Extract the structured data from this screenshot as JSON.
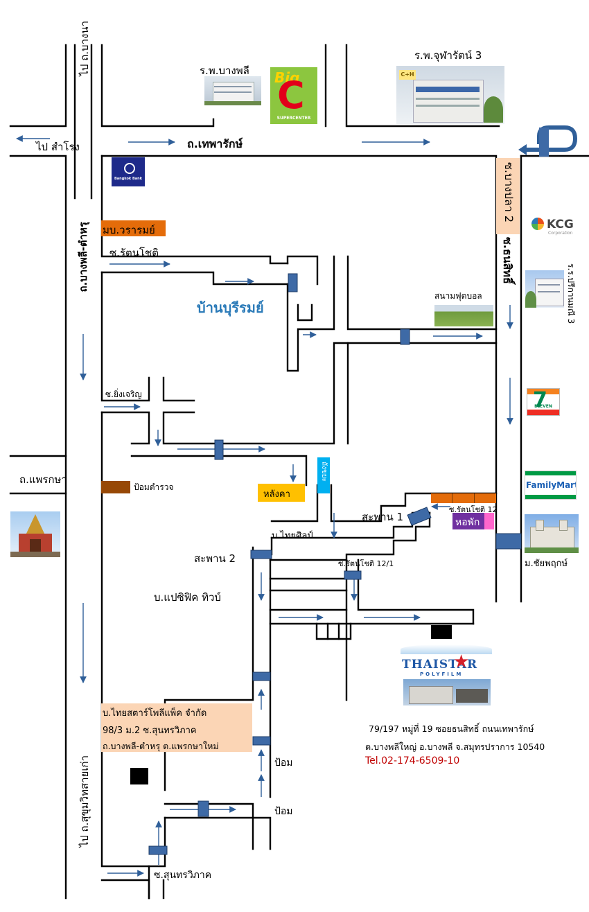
{
  "labels": {
    "go_bangna": "ไป ถ.บางนา",
    "go_samrong": "ไป สำโรง",
    "thepharak": "ถ.เทพารักษ์",
    "hosp_bangphli": "ร.พ.บางพลี",
    "hosp_chularat": "ร.พ.จุฬารัตน์   3",
    "soi_bangplao": "ซ.บางปลา 2",
    "soi_thanasit": "ซ.ธนสิทธิ์",
    "rr_prakanmanee": "ร.ร.ปรีกานมณี 3",
    "kcg": "KCG",
    "kcg_sub": "Corporation",
    "soi_rattanachot": "ซ.รัตนโชติ",
    "moo_wararom": "มบ.วรารมย์",
    "baan_burirom": "บ้านบุรีรมย์",
    "football": "สนามฟุตบอล",
    "road_bangphli_damru": "ถ.บางพลี-ตำหรุ",
    "soi_yingcharoen": "ซ.ยิ่งเจริญ",
    "road_phraeksa": "ถ.แพรกษา",
    "police_booth": "ป้อมตำรวจ",
    "langka": "หลังคา",
    "bin": "ถังขยะ",
    "bridge1": "สะพาน 1",
    "soi_rattanachot12": "ซ.รัตนโชติ 12",
    "dorm": "หอพัก",
    "thaisilp": "บ.ไทยศิลป์",
    "bridge2": "สะพาน 2",
    "soi_rattanachot12_1": "ซ.รัตนโชติ 12/1",
    "pacific_twin": "บ.แปซิฟิค ทิวบ์",
    "chaiyaphruek": "ม.ชัยพฤกษ์",
    "company_line1": "บ.ไทยสตาร์โพลีแพ็ค   จำกัด",
    "company_line2": "98/3 ม.2 ซ.สุนทรวิภาค",
    "company_line3": "ถ.บางพลี-ตำหรุ  ต.แพรกษาใหม่",
    "addr_line1": "79/197 หมู่ที่ 19 ซอยธนสิทธิ์ ถนนเทพารักษ์",
    "addr_line2": "ต.บางพลีใหญ่  อ.บางพลี  จ.สมุทรปราการ  10540",
    "tel": "Tel.02-174-6509-10",
    "pom1": "ป้อม",
    "pom2": "ป้อม",
    "go_sukhumvit": "ไป ถ.สุขุมวิทสายเก่า",
    "soi_suntornwiphak": "ซ.สุนทรวิภาค"
  },
  "logos": {
    "bigc_big": "Big",
    "bigc_c": "C",
    "bigc_super": "SUPERCENTER",
    "bangkok_bank": "Bangkok Bank",
    "seven": "7",
    "seven_word": "ELEVEN",
    "family_mart": "FamilyMart",
    "ch": "C+H",
    "thaistar": "THAISTAR",
    "polyfilm": "POLYFILM"
  },
  "colors": {
    "road": "#000000",
    "arrow": "#2f5f99",
    "bridge": "#3e6aa6",
    "orange_label": "#e46c0a",
    "peach_box": "#fbd5b5",
    "police_box": "#974806",
    "roof_box": "#ffc000",
    "bin_box": "#00b0f0",
    "dorm_box": "#7030a0",
    "pink": "#ff66cc",
    "tel_red": "#c00000"
  }
}
